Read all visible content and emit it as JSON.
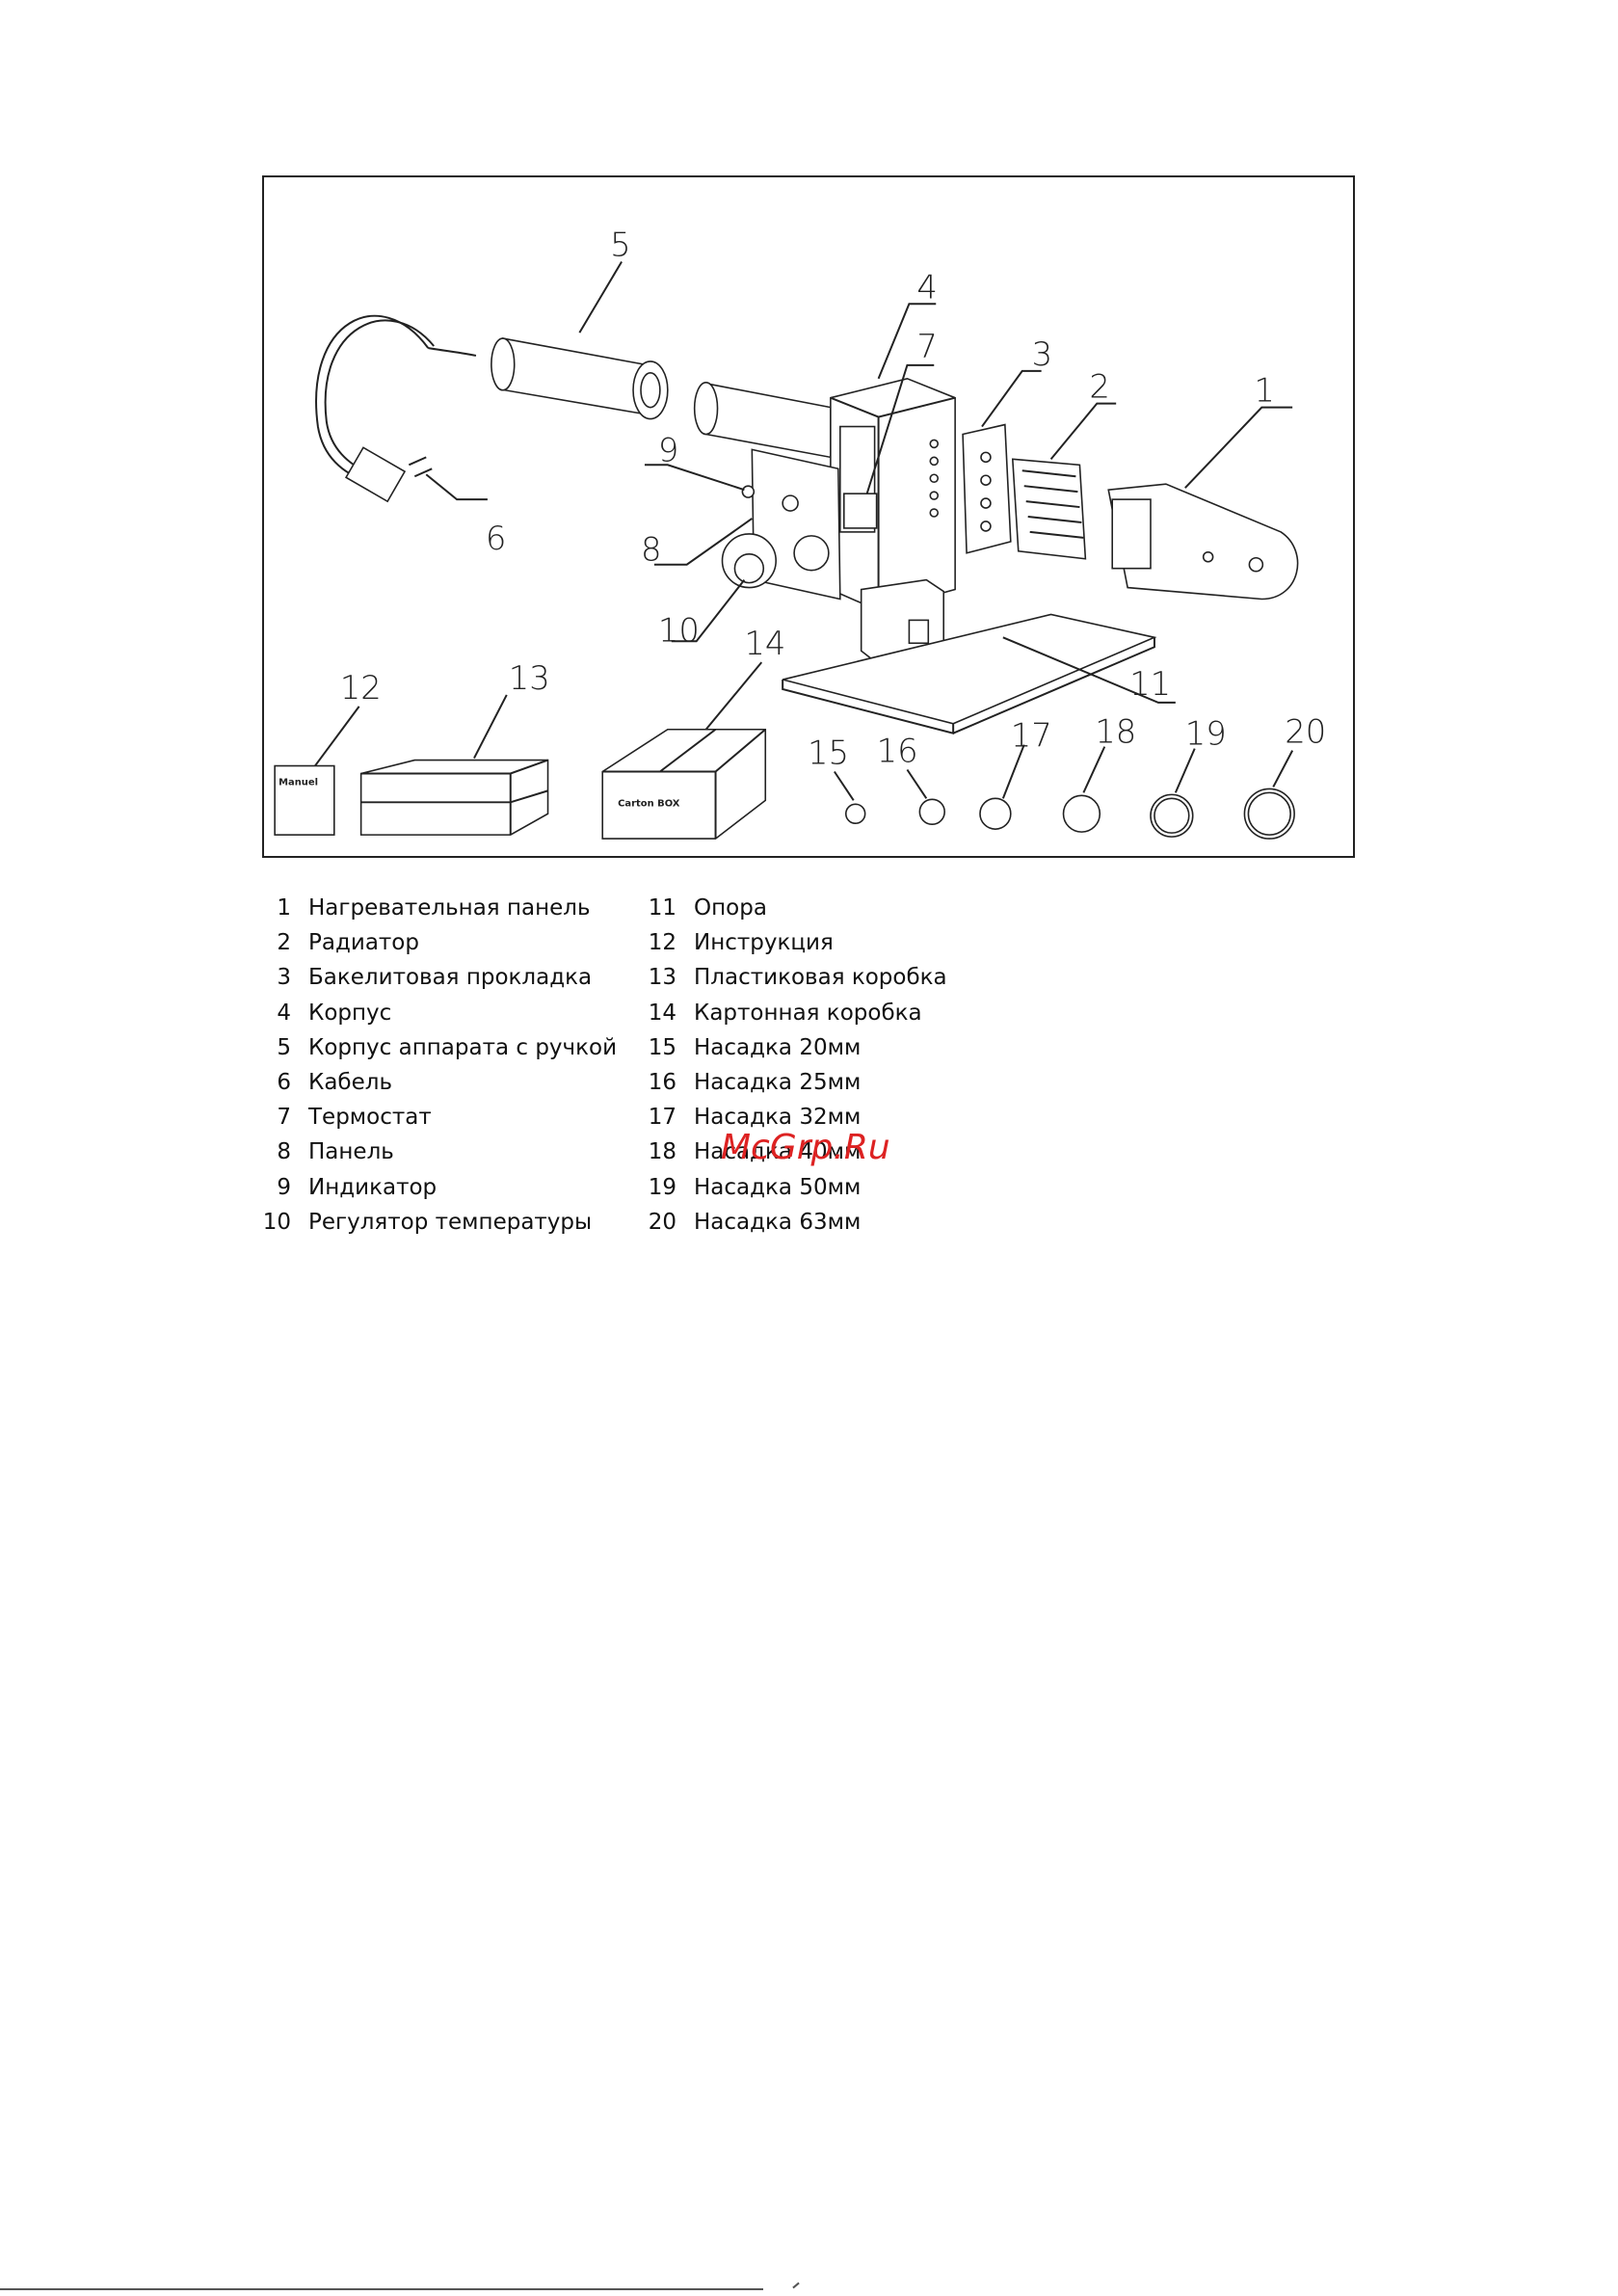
{
  "diagram": {
    "callouts": [
      "1",
      "2",
      "3",
      "4",
      "5",
      "6",
      "7",
      "8",
      "9",
      "10",
      "11",
      "12",
      "13",
      "14",
      "15",
      "16",
      "17",
      "18",
      "19",
      "20"
    ],
    "manual_label": "Manuel",
    "box_label": "Carton BOX"
  },
  "legend": {
    "left": [
      {
        "num": "1",
        "text": "Нагревательная панель"
      },
      {
        "num": "2",
        "text": "Радиатор"
      },
      {
        "num": "3",
        "text": "Бакелитовая прокладка"
      },
      {
        "num": "4",
        "text": "Корпус"
      },
      {
        "num": "5",
        "text": "Корпус аппарата с ручкой"
      },
      {
        "num": "6",
        "text": "Кабель"
      },
      {
        "num": "7",
        "text": "Термостат"
      },
      {
        "num": "8",
        "text": "Панель"
      },
      {
        "num": "9",
        "text": "Индикатор"
      },
      {
        "num": "10",
        "text": "Регулятор температуры"
      }
    ],
    "right": [
      {
        "num": "11",
        "text": "Опора"
      },
      {
        "num": "12",
        "text": "Инструкция"
      },
      {
        "num": "13",
        "text": "Пластиковая коробка"
      },
      {
        "num": "14",
        "text": "Картонная коробка"
      },
      {
        "num": "15",
        "text": "Насадка 20мм"
      },
      {
        "num": "16",
        "text": "Насадка 25мм"
      },
      {
        "num": "17",
        "text": "Насадка 32мм"
      },
      {
        "num": "18",
        "text": "Насадка 40мм"
      },
      {
        "num": "19",
        "text": "Насадка 50мм"
      },
      {
        "num": "20",
        "text": "Насадка 63мм"
      }
    ]
  },
  "watermark": "McGrp.Ru"
}
